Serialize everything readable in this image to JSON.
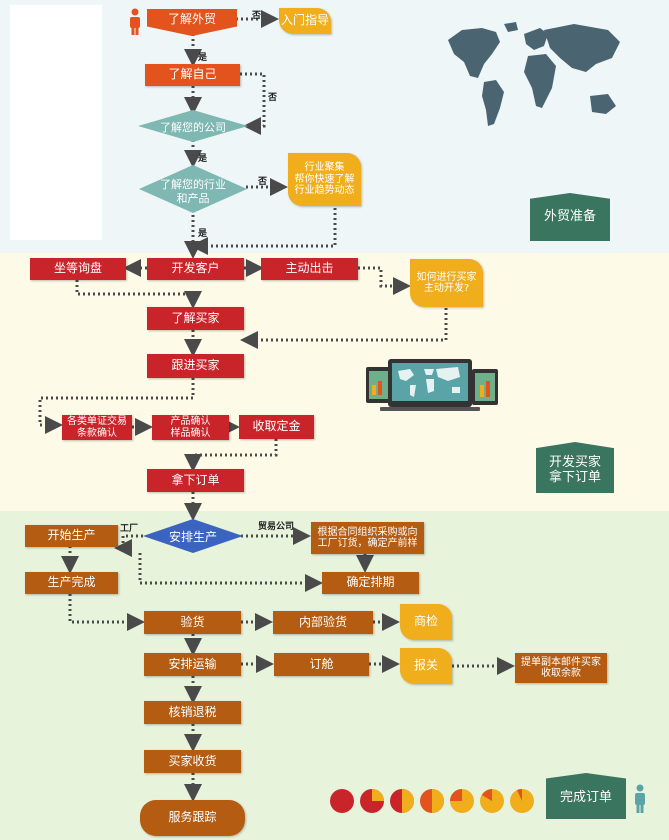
{
  "sections": {
    "s1": "外贸准备",
    "s2_line1": "开发买家",
    "s2_line2": "拿下订单",
    "s3": "完成订单"
  },
  "nodes": {
    "n1": "了解外贸",
    "n2": "入门指导",
    "n3": "了解自己",
    "n4": "了解您的公司",
    "n5_line1": "了解您的行业",
    "n5_line2": "和产品",
    "n6_line1": "行业聚集",
    "n6_line2": "帮你快速了解",
    "n6_line3": "行业趋势动态",
    "n7": "坐等询盘",
    "n8": "开发客户",
    "n9": "主动出击",
    "n10_line1": "如何进行买家",
    "n10_line2": "主动开发?",
    "n11": "了解买家",
    "n12": "跟进买家",
    "n13_line1": "各类单证交易",
    "n13_line2": "条款确认",
    "n14_line1": "产品确认",
    "n14_line2": "样品确认",
    "n15": "收取定金",
    "n16": "拿下订单",
    "n17": "开始生产",
    "n18": "安排生产",
    "n19_line1": "根据合同组织采购或向",
    "n19_line2": "工厂订货，确定产前样",
    "n20": "生产完成",
    "n21": "确定排期",
    "n22": "验货",
    "n23": "内部验货",
    "n24": "商检",
    "n25": "安排运输",
    "n26": "订舱",
    "n27": "报关",
    "n28_line1": "提单副本邮件买家",
    "n28_line2": "收取余款",
    "n29": "核销退税",
    "n30": "买家收货",
    "n31": "服务跟踪"
  },
  "edge_labels": {
    "no1": "否",
    "yes1": "是",
    "no2": "否",
    "yes2": "是",
    "no3": "否",
    "yes3": "是",
    "factory": "工厂",
    "trade_company": "贸易公司"
  },
  "colors": {
    "band1": "#eef6f7",
    "band2": "#fdfbe8",
    "band3": "#e8f3dc",
    "red": "#c9242a",
    "orange": "#e2531e",
    "brown": "#b35c12",
    "yellow": "#f0ad1c",
    "diamond": "#7fb7b2",
    "diamond_blue": "#3b64c0",
    "section": "#3a7560",
    "map": "#4a6472"
  },
  "icons": [
    "person-icon",
    "world-map-icon",
    "devices-icon",
    "pie-progress-icons"
  ]
}
